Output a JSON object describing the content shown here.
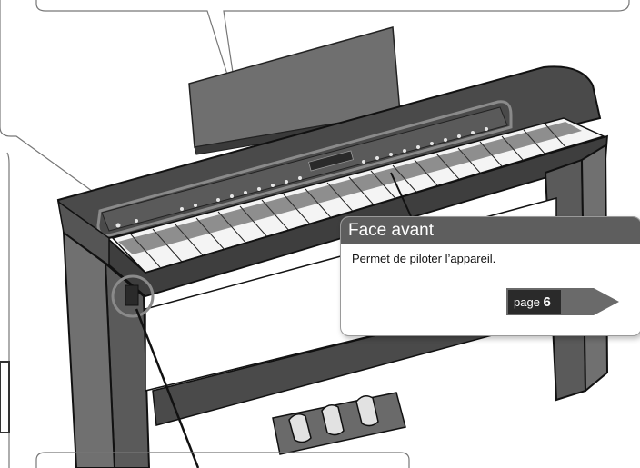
{
  "callout": {
    "title": "Face avant",
    "description": "Permet de piloter l’appareil.",
    "page_label": "page",
    "page_number": "6"
  },
  "colors": {
    "outline": "#1a1a1a",
    "highlight": "#8a8a8a",
    "callout_header": "#5e5e5e",
    "page_arrow": "#6a6a6a"
  }
}
